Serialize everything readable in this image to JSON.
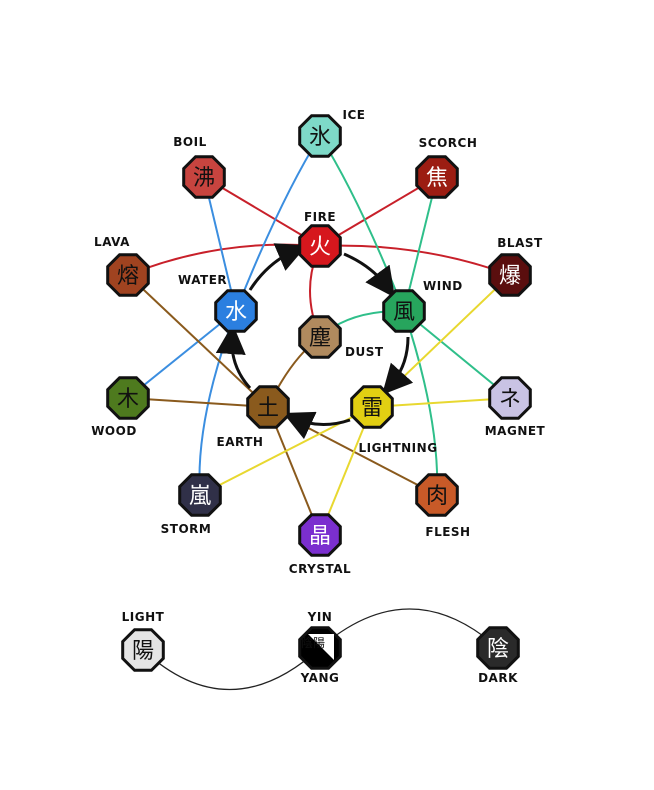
{
  "nodes": [
    {
      "id": "ice",
      "kanji": "氷",
      "label": "ICE",
      "color": "#7ed9c8"
    },
    {
      "id": "boil",
      "kanji": "沸",
      "label": "BOIL",
      "color": "#c7443f"
    },
    {
      "id": "scorch",
      "kanji": "焦",
      "label": "SCORCH",
      "color": "#9c1d12"
    },
    {
      "id": "fire",
      "kanji": "火",
      "label": "FIRE",
      "color": "#d6171d"
    },
    {
      "id": "lava",
      "kanji": "熔",
      "label": "LAVA",
      "color": "#a04320"
    },
    {
      "id": "blast",
      "kanji": "爆",
      "label": "BLAST",
      "color": "#5a0e0e"
    },
    {
      "id": "water",
      "kanji": "水",
      "label": "WATER",
      "color": "#2b7fe0"
    },
    {
      "id": "wind",
      "kanji": "風",
      "label": "WIND",
      "color": "#27a55d"
    },
    {
      "id": "dust",
      "kanji": "塵",
      "label": "DUST",
      "color": "#b08a5e"
    },
    {
      "id": "wood",
      "kanji": "木",
      "label": "WOOD",
      "color": "#4e7a1e"
    },
    {
      "id": "earth",
      "kanji": "土",
      "label": "EARTH",
      "color": "#8a5a1d"
    },
    {
      "id": "lightning",
      "kanji": "雷",
      "label": "LIGHTNING",
      "color": "#e2cf12"
    },
    {
      "id": "magnet",
      "kanji": "ネ",
      "label": "MAGNET",
      "color": "#c9c3e4"
    },
    {
      "id": "storm",
      "kanji": "嵐",
      "label": "STORM",
      "color": "#303048"
    },
    {
      "id": "flesh",
      "kanji": "肉",
      "label": "FLESH",
      "color": "#c85a28"
    },
    {
      "id": "crystal",
      "kanji": "晶",
      "label": "CRYSTAL",
      "color": "#7b2fcf"
    },
    {
      "id": "light",
      "kanji": "陽",
      "label": "LIGHT",
      "color": "#e4e4e4"
    },
    {
      "id": "yinyang",
      "kanji": "陰陽",
      "label": "YIN",
      "label2": "YANG",
      "color": "#000000"
    },
    {
      "id": "dark",
      "kanji": "陰",
      "label": "DARK",
      "color": "#2a2a2a"
    }
  ]
}
